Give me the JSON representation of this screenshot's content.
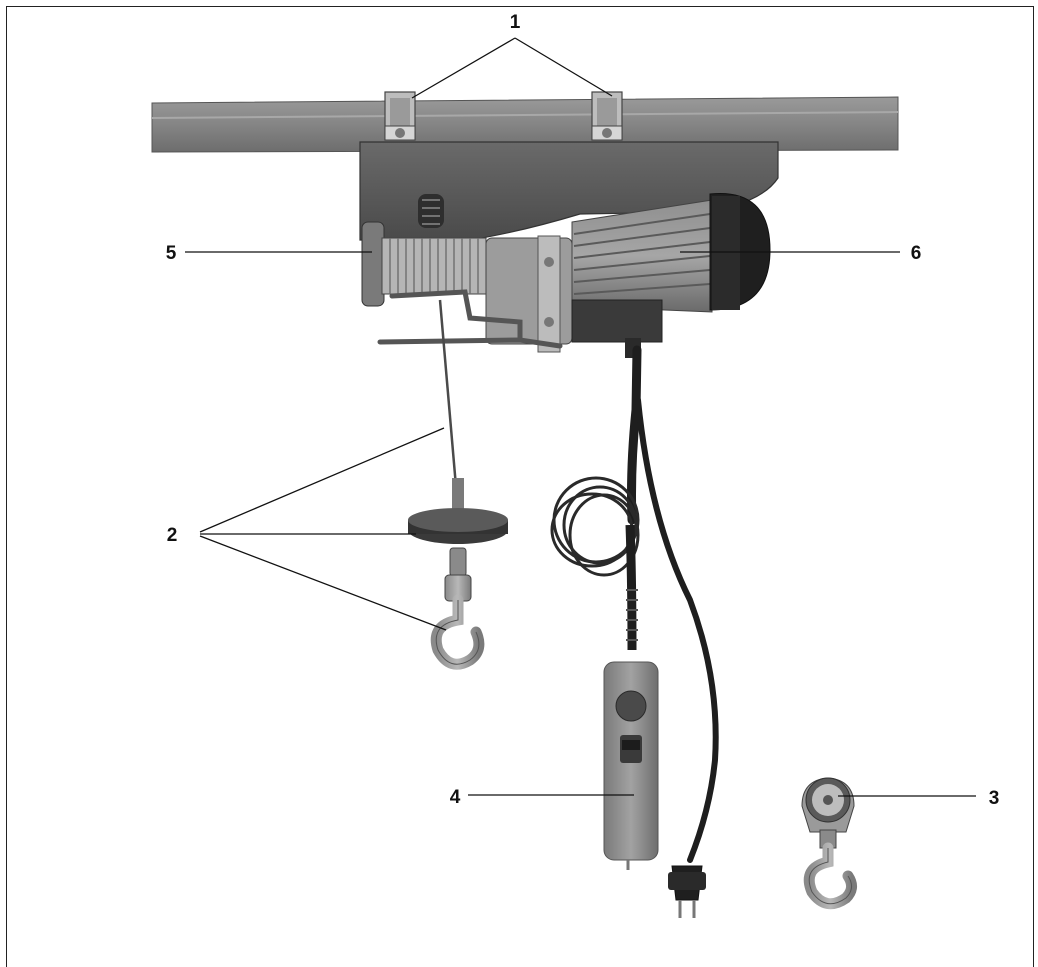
{
  "callouts": {
    "1": "1",
    "2": "2",
    "3": "3",
    "4": "4",
    "5": "5",
    "6": "6"
  }
}
